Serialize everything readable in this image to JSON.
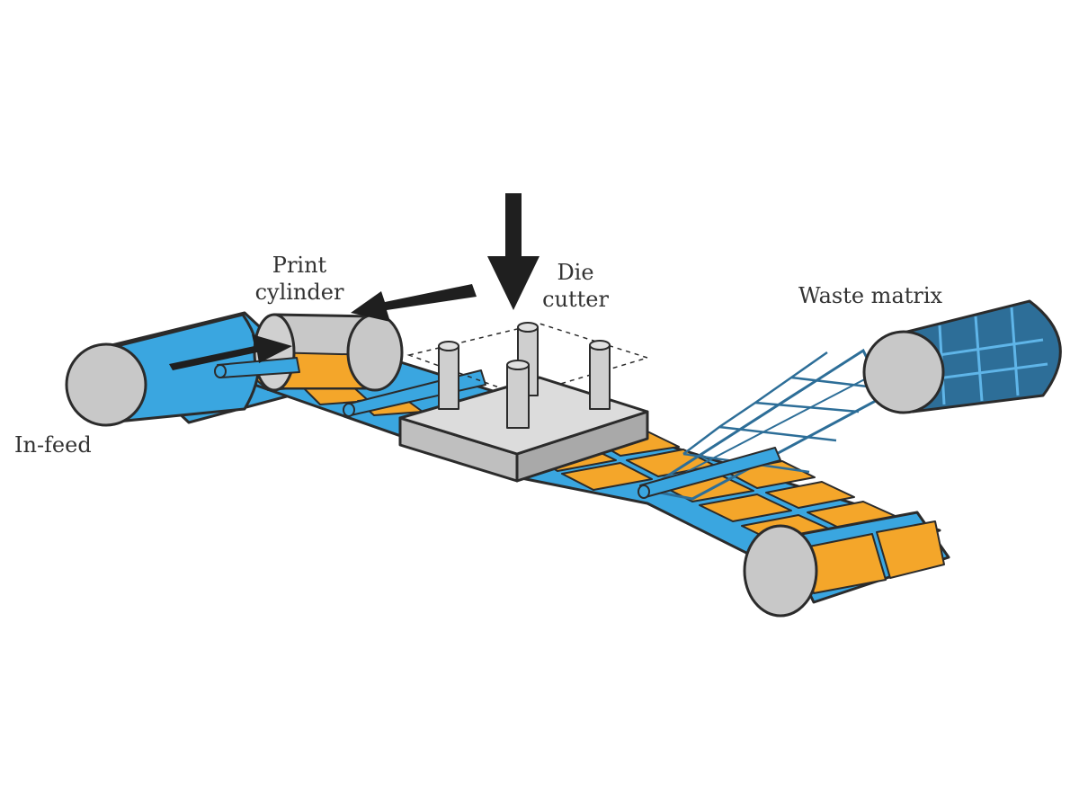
{
  "labels": {
    "print_cylinder_line1": "Print",
    "print_cylinder_line2": "cylinder",
    "die_cutter_line1": "Die",
    "die_cutter_line2": "cutter",
    "waste_matrix": "Waste matrix",
    "in_feed": "In-feed"
  },
  "colors": {
    "web_blue": "#3aa6e0",
    "dark_blue": "#2d6e98",
    "label_orange": "#f4a62a",
    "roller_gray": "#c8c8c8",
    "die_gray": "#d9d9d9",
    "outline": "#2b2b2b",
    "arrow": "#1f1f1f"
  }
}
